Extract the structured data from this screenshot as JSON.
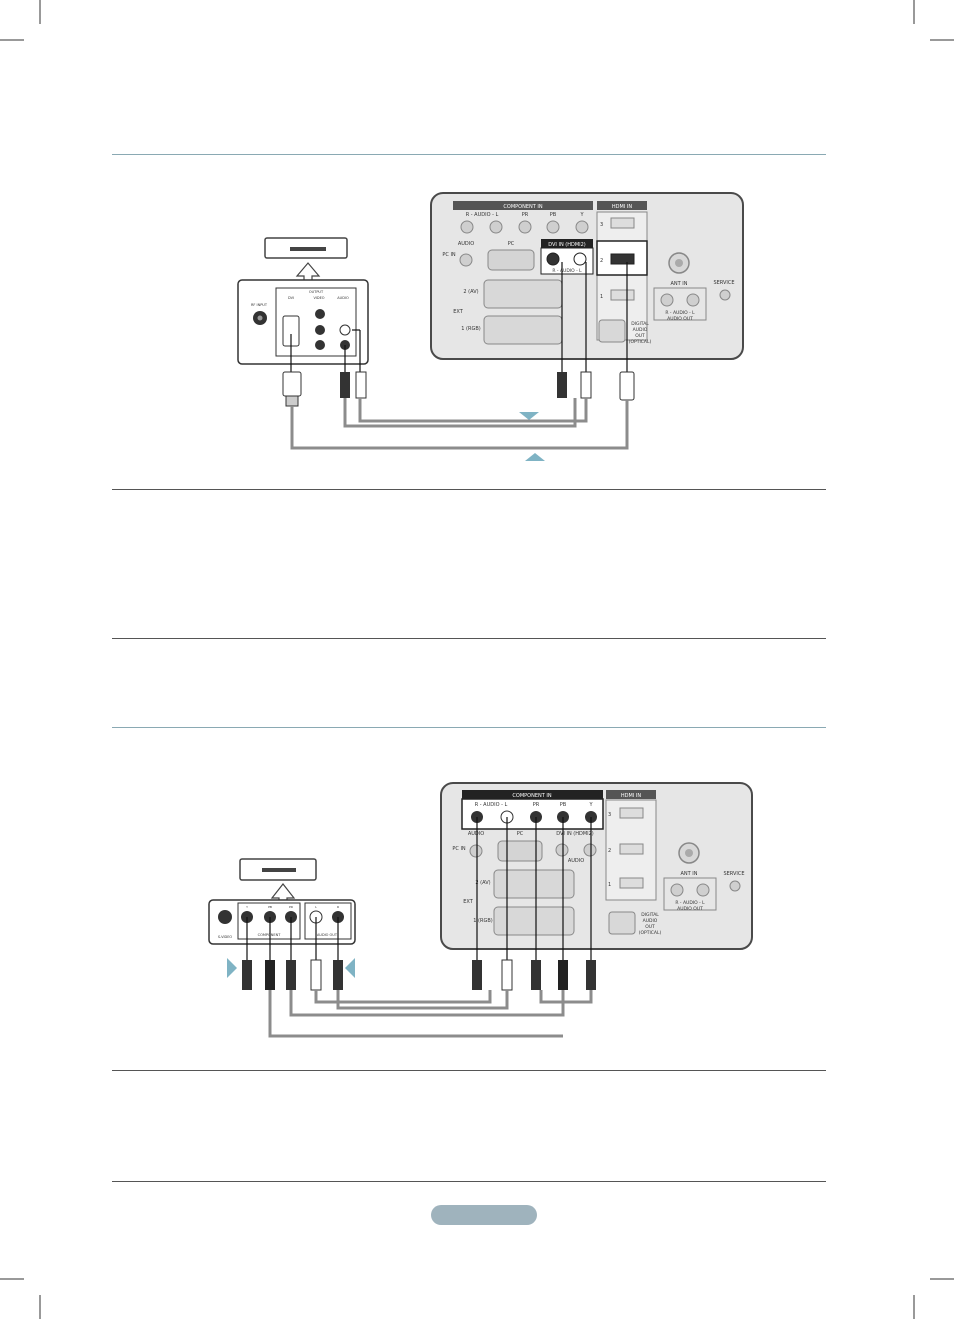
{
  "tv_panel_top": {
    "component_in": "COMPONENT IN",
    "component_audio": "R - AUDIO - L",
    "component_pr": "PR",
    "component_pb": "PB",
    "component_y": "Y",
    "hdmi_in": "HDMI IN",
    "pc_in": "PC IN",
    "pc_audio": "AUDIO",
    "pc": "PC",
    "dvi_in": "DVI IN (HDMI2)",
    "dvi_audio": "R - AUDIO - L",
    "ext": "EXT",
    "ext2": "2 (AV)",
    "ext1": "1 (RGB)",
    "ant_in": "ANT IN",
    "service": "SERVICE",
    "audio_out_rl": "R - AUDIO - L",
    "audio_out": "AUDIO OUT",
    "digital_audio_out": [
      "DIGITAL",
      "AUDIO",
      "OUT",
      "(OPTICAL)"
    ],
    "hdmi_numbers": [
      "3",
      "2",
      "1"
    ]
  },
  "device_top": {
    "rf_input": "RF INPUT",
    "output": "OUTPUT",
    "dvi": "DVI",
    "video": "VIDEO",
    "audio": "AUDIO"
  },
  "tv_panel_bottom": {
    "component_in": "COMPONENT IN",
    "component_audio": "R - AUDIO - L",
    "component_pr": "PR",
    "component_pb": "PB",
    "component_y": "Y",
    "hdmi_in": "HDMI IN",
    "pc_in": "PC IN",
    "pc_audio": "AUDIO",
    "pc": "PC",
    "dvi_in": "DVI IN (HDMI2)",
    "dvi_audio": "AUDIO",
    "ext": "EXT",
    "ext2": "2 (AV)",
    "ext1": "1 (RGB)",
    "ant_in": "ANT IN",
    "service": "SERVICE",
    "audio_out_rl": "R - AUDIO - L",
    "audio_out": "AUDIO OUT",
    "digital_audio_out": [
      "DIGITAL",
      "AUDIO",
      "OUT",
      "(OPTICAL)"
    ],
    "hdmi_numbers": [
      "3",
      "2",
      "1"
    ]
  },
  "device_bottom": {
    "s_video": "S-VIDEO",
    "component": "COMPONENT",
    "audio_out": "AUDIO OUT",
    "jack_labels": [
      "Y",
      "PB",
      "PR",
      "L",
      "R"
    ]
  },
  "colors": {
    "panel_gray": "#e6e6e6",
    "panel_border": "#4a4a4a",
    "cable_gray": "#8c8c8c",
    "arrow_teal": "#7fb3c4",
    "rule_teal": "#8aa9b3",
    "pill": "#9fb3bd"
  }
}
